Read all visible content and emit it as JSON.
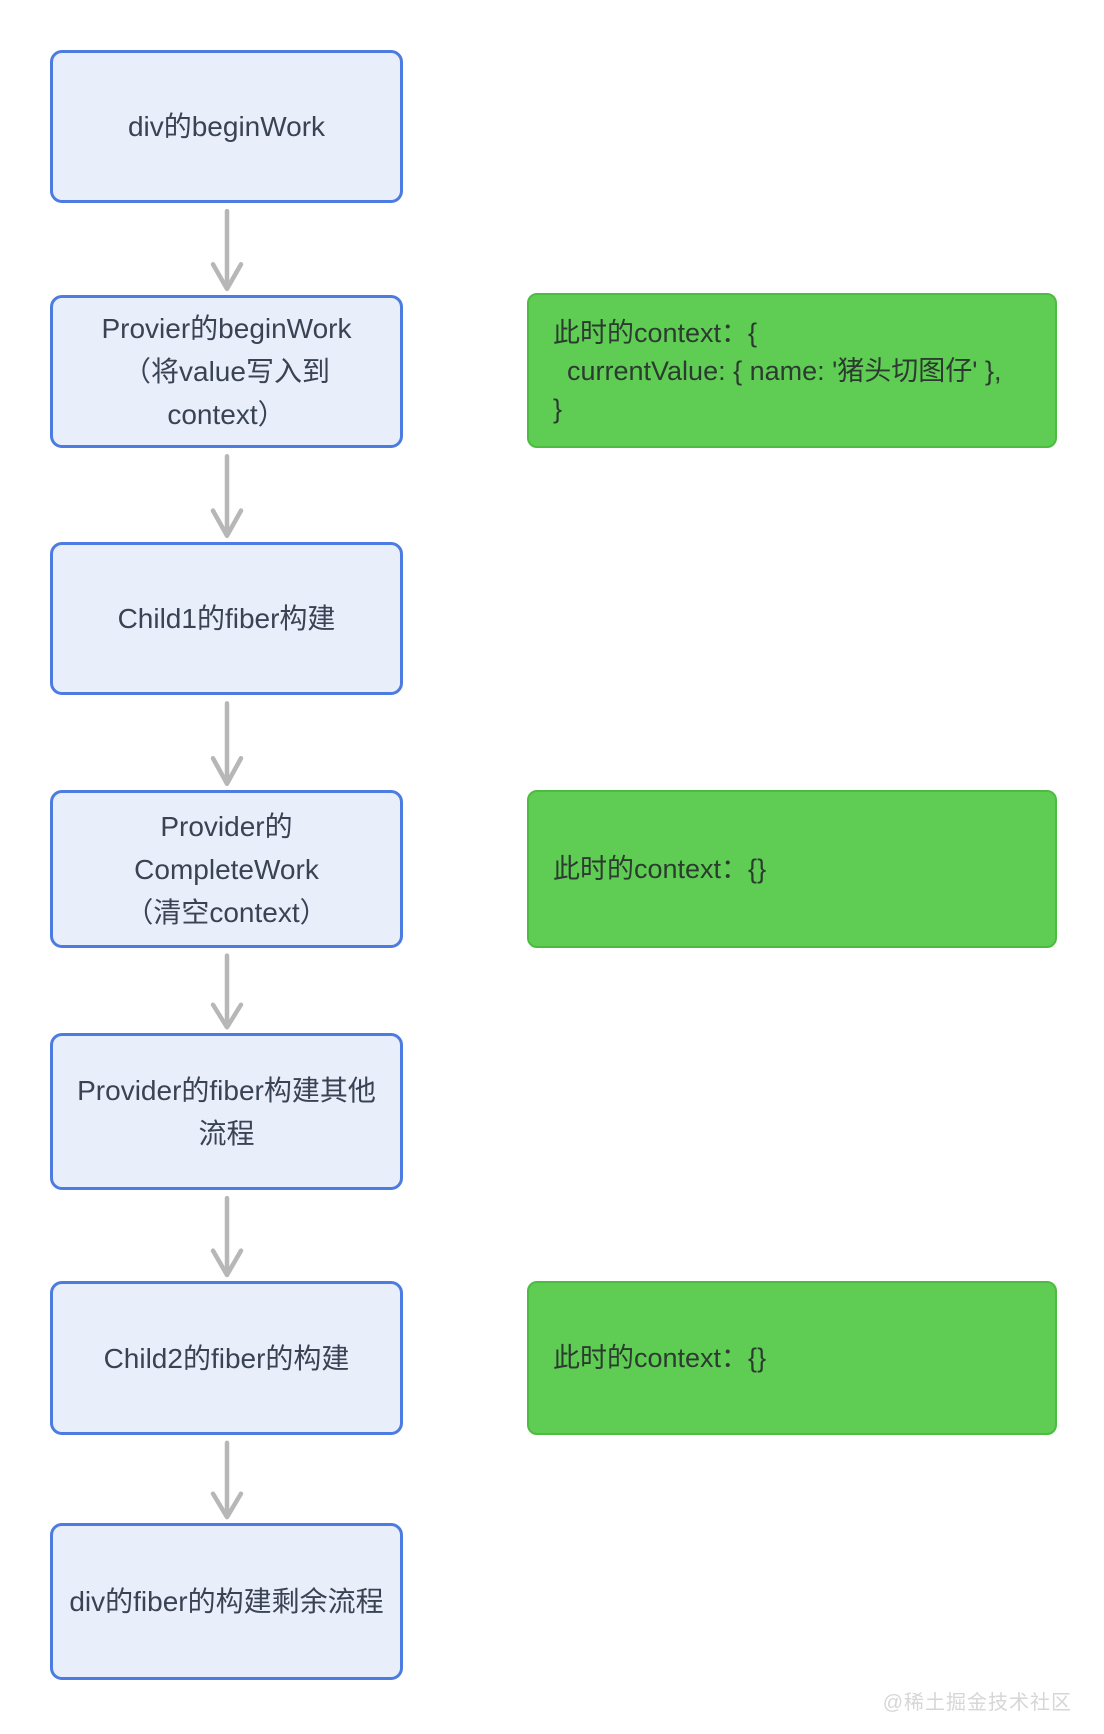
{
  "colors": {
    "node_fill": "#e9eefb",
    "node_border": "#4c7be1",
    "node_text": "#3a4354",
    "note_fill": "#5fcd54",
    "note_border": "#4cbc41",
    "note_text": "#2c3b2f",
    "arrow": "#b7b7b7",
    "watermark": "#d6d6d6",
    "page_bg": "#ffffff"
  },
  "watermark": "@稀土掘金技术社区",
  "diagram": {
    "type": "flowchart",
    "nodes": [
      {
        "id": "div-beginwork",
        "lines": [
          "div的beginWork"
        ]
      },
      {
        "id": "provider-beginwork",
        "lines": [
          "Provier的beginWork",
          "（将value写入到",
          "context）"
        ]
      },
      {
        "id": "child1-fiber",
        "lines": [
          "Child1的fiber构建"
        ]
      },
      {
        "id": "provider-completework",
        "lines": [
          "Provider的",
          "CompleteWork",
          "（清空context）"
        ]
      },
      {
        "id": "provider-fiber-other",
        "lines": [
          "Provider的fiber构建其他",
          "流程"
        ]
      },
      {
        "id": "child2-fiber",
        "lines": [
          "Child2的fiber的构建"
        ]
      },
      {
        "id": "div-fiber-rest",
        "lines": [
          "div的fiber的构建剩余流程"
        ]
      }
    ],
    "notes": [
      {
        "id": "context-after-provider-beginwork",
        "lines": [
          "此时的context：{",
          "currentValue: { name: '猪头切图仔' },",
          "}"
        ]
      },
      {
        "id": "context-after-completework",
        "lines": [
          "此时的context：{}"
        ]
      },
      {
        "id": "context-after-child2",
        "lines": [
          "此时的context：{}"
        ]
      }
    ]
  }
}
